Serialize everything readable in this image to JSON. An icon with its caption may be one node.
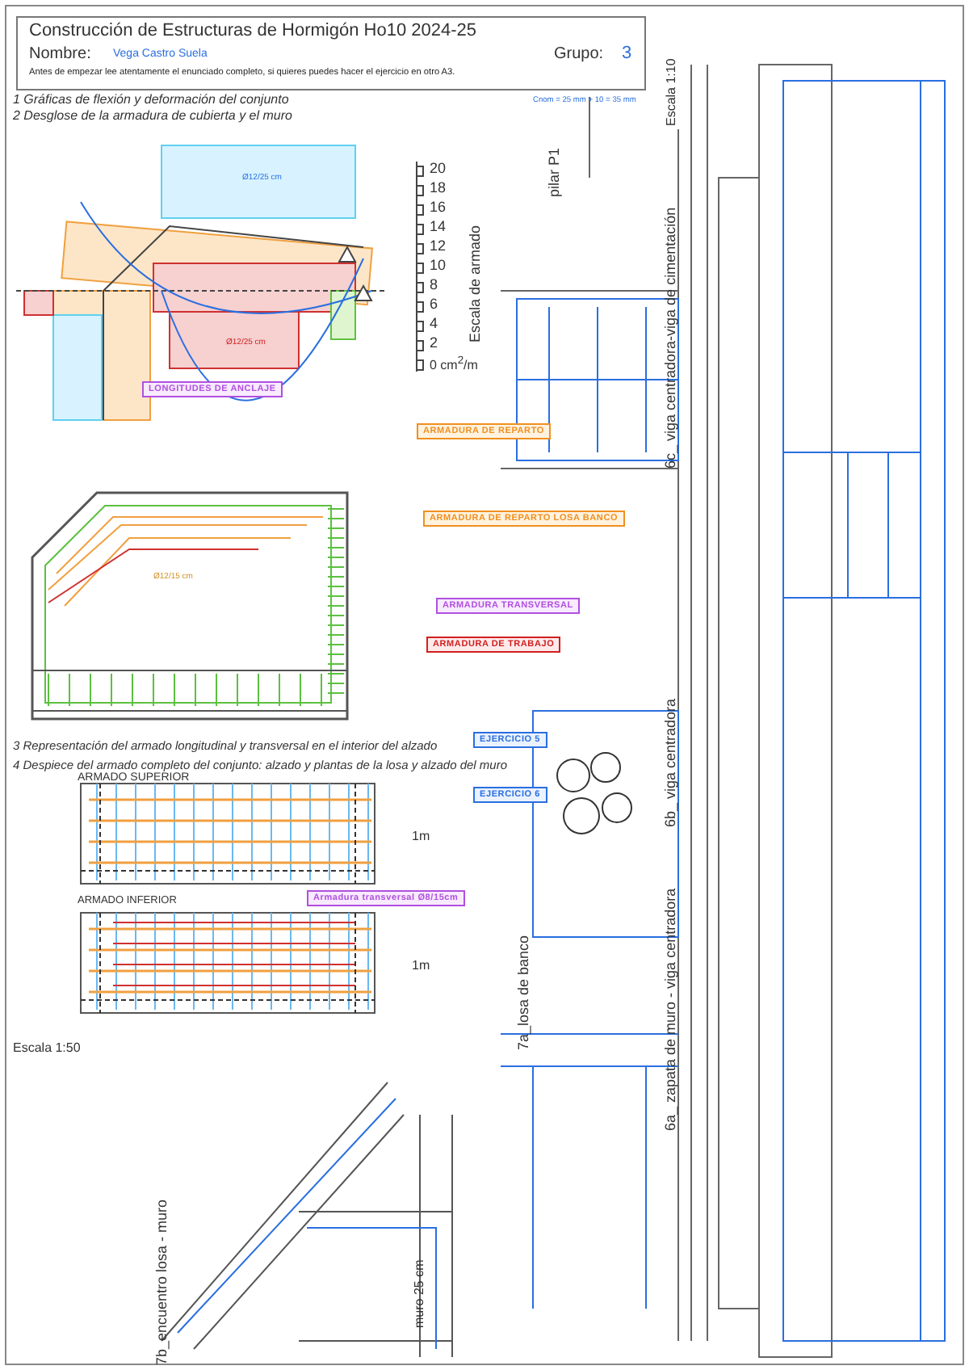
{
  "diagram": {
    "title": "Construcción de Estructuras de Hormigón  Ho10 2024-25",
    "nodes": [
      {
        "text": [
          "LONGITUDES DE ANCLAJE"
        ]
      },
      {
        "text": [
          "ARMADURA DE REPARTO"
        ]
      },
      {
        "text": [
          "ARMADURA DE REPARTO LOSA BANCO"
        ]
      },
      {
        "text": [
          "ARMADURA TRANSVERSAL"
        ]
      },
      {
        "text": [
          "ARMADURA DE TRABAJO"
        ]
      },
      {
        "text": [
          "EJERCICIO 5"
        ]
      },
      {
        "text": [
          "EJERCICIO 6"
        ]
      },
      {
        "text": [
          "Armadura transversal Ø8/15cm"
        ]
      }
    ],
    "labels": [
      "Nombre:",
      "Vega Castro Suela",
      "Grupo:",
      "3",
      "Antes de empezar lee atentamente el enunciado completo, si quieres puedes hacer el ejercicio en otro A3.",
      "1 Gráficas de flexión y deformación del conjunto",
      "2 Desglose de la armadura de cubierta y el muro",
      "Escala de armado",
      "20",
      "18",
      "16",
      "14",
      "12",
      "10",
      "8",
      "6",
      "4",
      "2",
      "0 cm$^{2}$/m",
      "pilar P1",
      "Escala 1:10",
      "6c_ viga centradora-viga de cimentación",
      "6b_ viga centradora",
      "6a_ zapata de muro - viga centradora",
      "7a_losa de banco",
      "3 Representación del armado longitudinal y transversal en el interior del alzado",
      "4 Despiece del armado completo del conjunto: alzado y plantas de la losa y alzado del muro",
      "ARMADO SUPERIOR",
      "1m",
      "ARMADO INFERIOR",
      "1m",
      "Escala 1:50",
      "7b_encuentro losa - muro",
      "muro 25 cm",
      "Cnom = 25 mm + 10 = 35 mm",
      "Ø12/25 cm",
      "Ø12/25 cm",
      "Ø12/15 cm"
    ]
  }
}
